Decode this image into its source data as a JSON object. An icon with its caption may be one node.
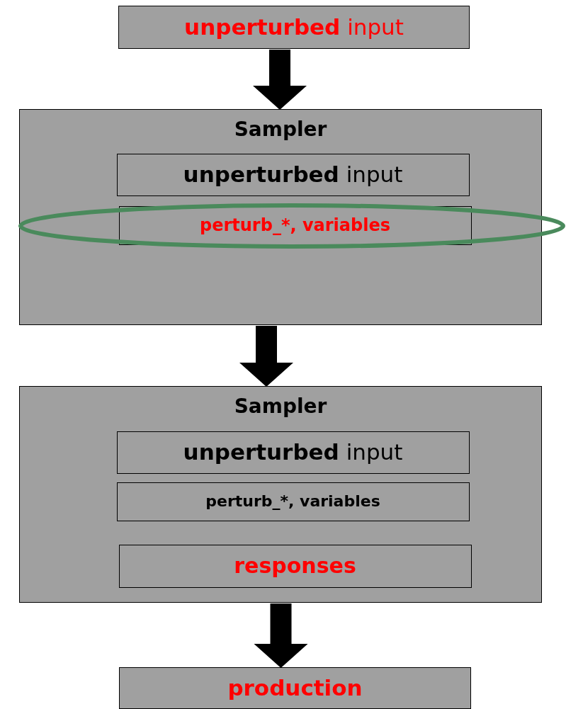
{
  "diagram": {
    "nodes": [
      {
        "text": [
          "**unperturbed** input"
        ]
      },
      {
        "text": [
          "Sampler"
        ]
      },
      {
        "text": [
          "**unperturbed** input"
        ],
        "in": 1
      },
      {
        "text": [
          "perturb_*, variables"
        ],
        "in": 1
      },
      {
        "text": [
          "Sampler"
        ]
      },
      {
        "text": [
          "**unperturbed** input"
        ],
        "in": 4
      },
      {
        "text": [
          "perturb_*, variables"
        ],
        "in": 4
      },
      {
        "text": [
          "responses"
        ],
        "in": 4
      },
      {
        "text": [
          "production"
        ]
      }
    ],
    "edges": [
      {
        "from": 0,
        "to": 1,
        "arrow": "to"
      },
      {
        "from": 1,
        "to": 4,
        "arrow": "to"
      },
      {
        "from": 4,
        "to": 8,
        "arrow": "to"
      }
    ]
  }
}
